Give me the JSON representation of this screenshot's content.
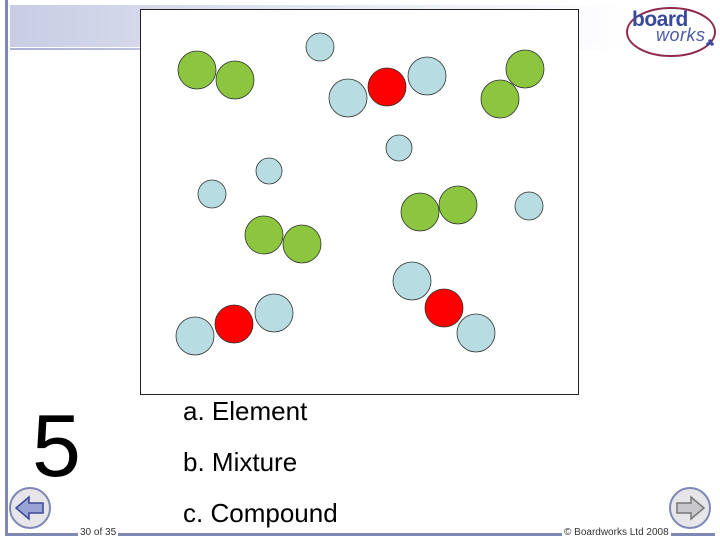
{
  "question": {
    "number": "5"
  },
  "options": [
    {
      "letter": "a.",
      "text": "Element"
    },
    {
      "letter": "b.",
      "text": "Mixture"
    },
    {
      "letter": "c.",
      "text": "Compound"
    }
  ],
  "footer": {
    "slide_counter": "30 of 35",
    "copyright": "© Boardworks Ltd 2008"
  },
  "logo": {
    "line1": "board",
    "line2": "works"
  },
  "colors": {
    "light_blue_atom": "#b7dde3",
    "green_atom": "#8cc63f",
    "red_atom": "#ff0000",
    "frame": "#7f88b4",
    "logo_blue": "#3a4a9a"
  },
  "icons": {
    "back": "back-arrow-icon",
    "next": "next-arrow-icon"
  }
}
